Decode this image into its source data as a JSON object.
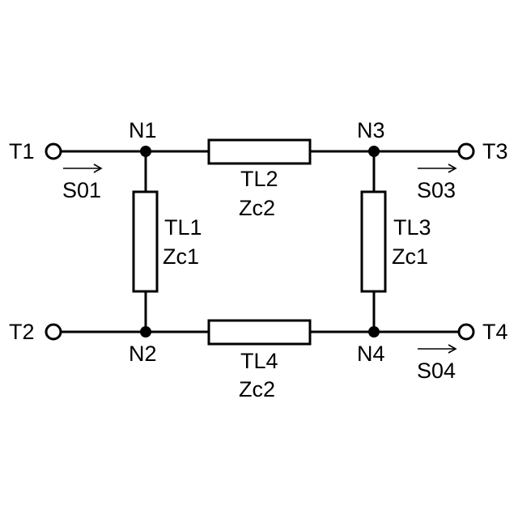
{
  "terminals": {
    "t1": "T1",
    "t2": "T2",
    "t3": "T3",
    "t4": "T4"
  },
  "nodes": {
    "n1": "N1",
    "n2": "N2",
    "n3": "N3",
    "n4": "N4"
  },
  "lines": {
    "tl1": {
      "name": "TL1",
      "impedance": "Zc1"
    },
    "tl2": {
      "name": "TL2",
      "impedance": "Zc2"
    },
    "tl3": {
      "name": "TL3",
      "impedance": "Zc1"
    },
    "tl4": {
      "name": "TL4",
      "impedance": "Zc2"
    }
  },
  "signals": {
    "s01": "S01",
    "s03": "S03",
    "s04": "S04"
  }
}
